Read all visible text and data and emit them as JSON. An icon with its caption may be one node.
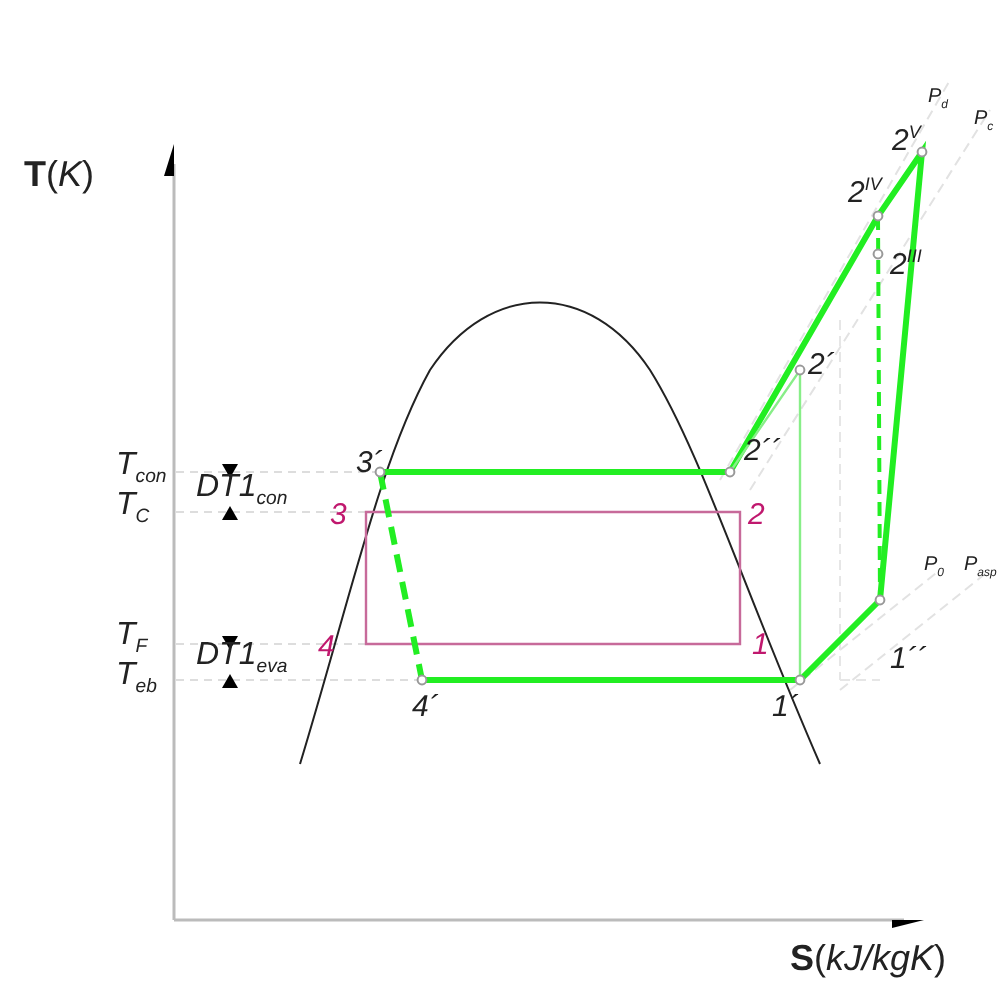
{
  "diagram": {
    "labels": [
      "**T**(*K*)",
      "T$_{con}$",
      "T$_{C}$",
      "T$_{F}$",
      "T$_{eb}$",
      "DT1$_{con}$",
      "DT1$_{eva}$",
      "3´",
      "3",
      "4",
      "4´",
      "2´´",
      "2",
      "1",
      "1´",
      "1´´",
      "2´",
      "2$^{III}$",
      "2$^{IV}$",
      "2$^{V}$",
      "P$_{d}$",
      "P$_{c}$",
      "P$_{0}$",
      "P$_{asp}$",
      "**S**(*kJ/kgK*)"
    ]
  }
}
